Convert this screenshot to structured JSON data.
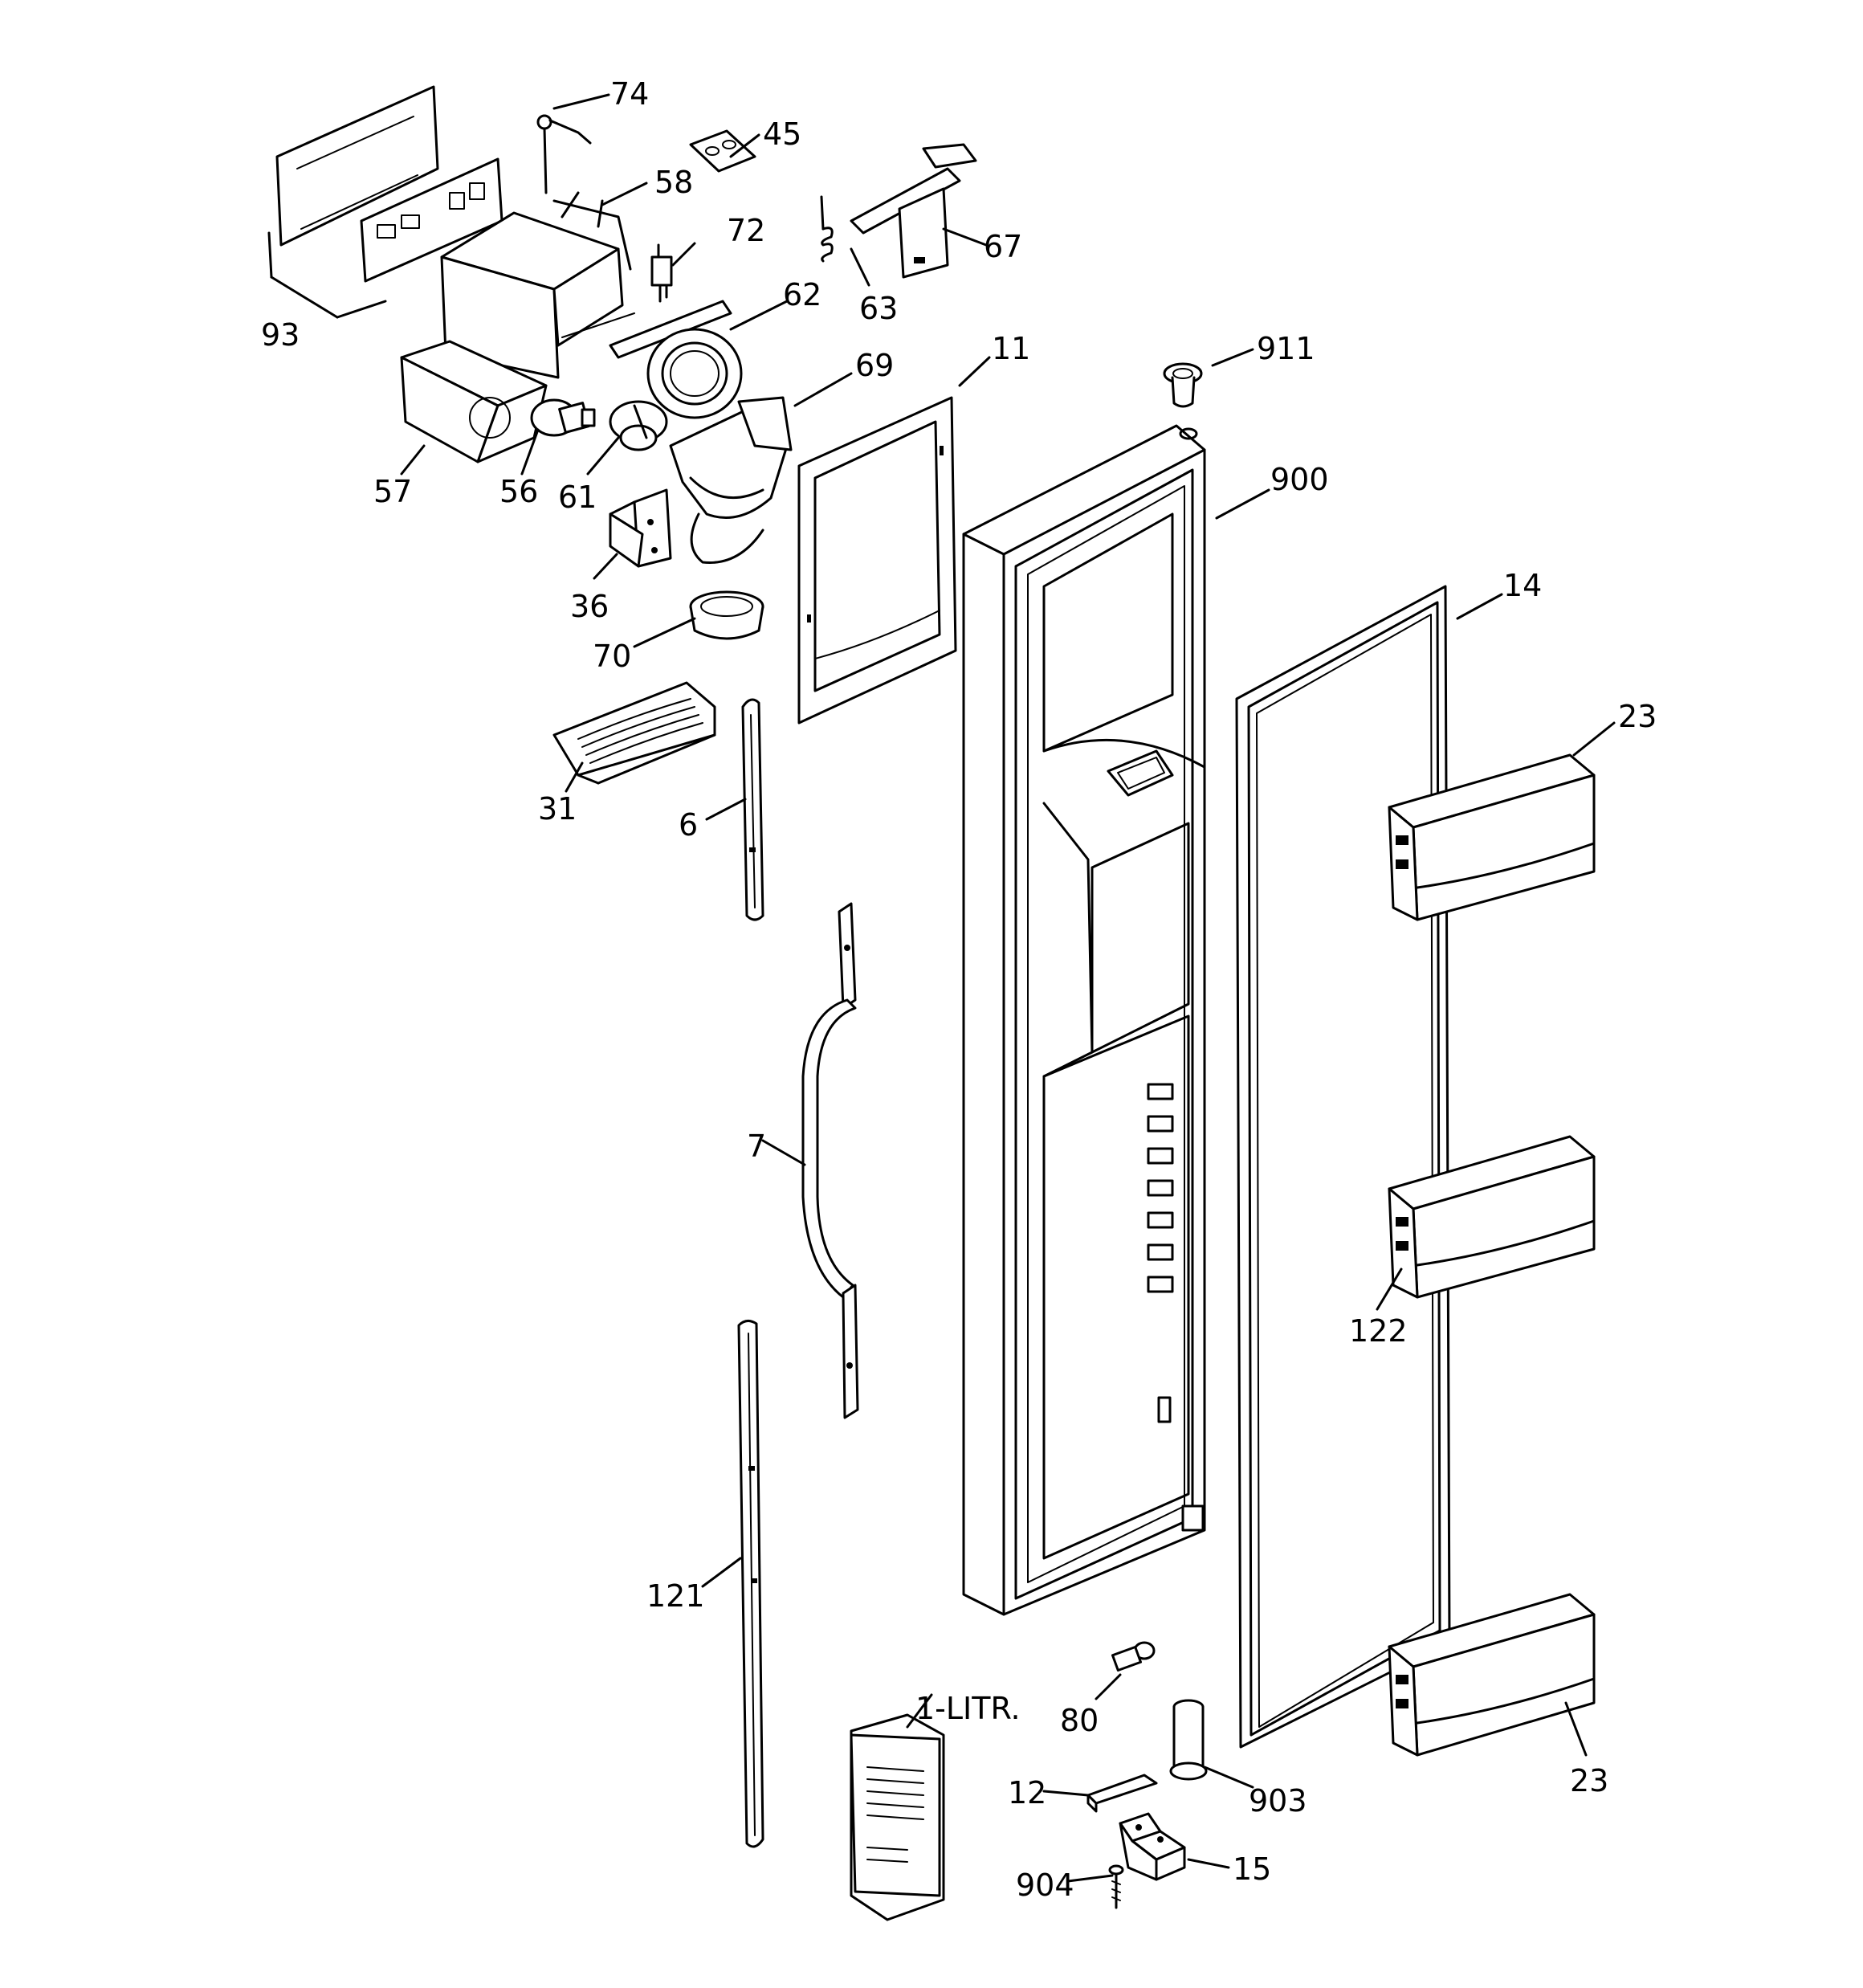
{
  "callouts": {
    "c74": "74",
    "c45": "45",
    "c58": "58",
    "c72": "72",
    "c67": "67",
    "c63": "63",
    "c62": "62",
    "c93": "93",
    "c11": "11",
    "c911": "911",
    "c69": "69",
    "c57": "57",
    "c56": "56",
    "c61": "61",
    "c900": "900",
    "c36": "36",
    "c14": "14",
    "c70": "70",
    "c23a": "23",
    "c31": "31",
    "c6": "6",
    "c7": "7",
    "c122": "122",
    "c121": "121",
    "c1litr": "1-LITR.",
    "c80": "80",
    "c12": "12",
    "c903": "903",
    "c23b": "23",
    "c904": "904",
    "c15": "15"
  }
}
